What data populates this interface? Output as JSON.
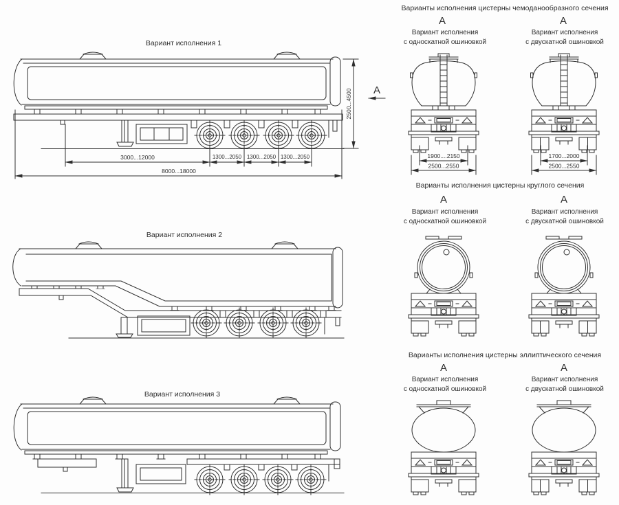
{
  "palette": {
    "ink": "#2e2e2e",
    "paper": "#fdfdfd"
  },
  "side_views": [
    {
      "title": "Вариант исполнения 1",
      "view_label": "А",
      "dims": {
        "kingpin_to_first_axle": "3000...12000",
        "axle_spacings": [
          "1300...2050",
          "1300...2050",
          "1300...2050"
        ],
        "overall_length": "8000...18000",
        "overall_height": "2500...4500"
      }
    },
    {
      "title": "Вариант исполнения 2"
    },
    {
      "title": "Вариант исполнения 3"
    }
  ],
  "cross_sections": [
    {
      "header": "Варианты исполнения цистерны чемоданообразного сечения",
      "variants": [
        {
          "view_label": "А",
          "caption_line1": "Вариант исполнения",
          "caption_line2": "с односкатной ошиновкой",
          "dims": {
            "wheel_track": "1900....2150",
            "overall_width": "2500...2550"
          }
        },
        {
          "view_label": "А",
          "caption_line1": "Вариант исполнения",
          "caption_line2": "с двускатной ошиновкой",
          "dims": {
            "wheel_track": "1700...2000",
            "overall_width": "2500...2550"
          }
        }
      ]
    },
    {
      "header": "Варианты исполнения цистерны круглого сечения",
      "variants": [
        {
          "view_label": "А",
          "caption_line1": "Вариант исполнения",
          "caption_line2": "с односкатной ошиновкой"
        },
        {
          "view_label": "А",
          "caption_line1": "Вариант исполнения",
          "caption_line2": "с двускатной ошиновкой"
        }
      ]
    },
    {
      "header": "Варианты исполнения цистерны эллиптического сечения",
      "variants": [
        {
          "view_label": "А",
          "caption_line1": "Вариант исполнения",
          "caption_line2": "с односкатной ошиновкой"
        },
        {
          "view_label": "А",
          "caption_line1": "Вариант исполнения",
          "caption_line2": "с двускатной ошиновкой"
        }
      ]
    }
  ]
}
